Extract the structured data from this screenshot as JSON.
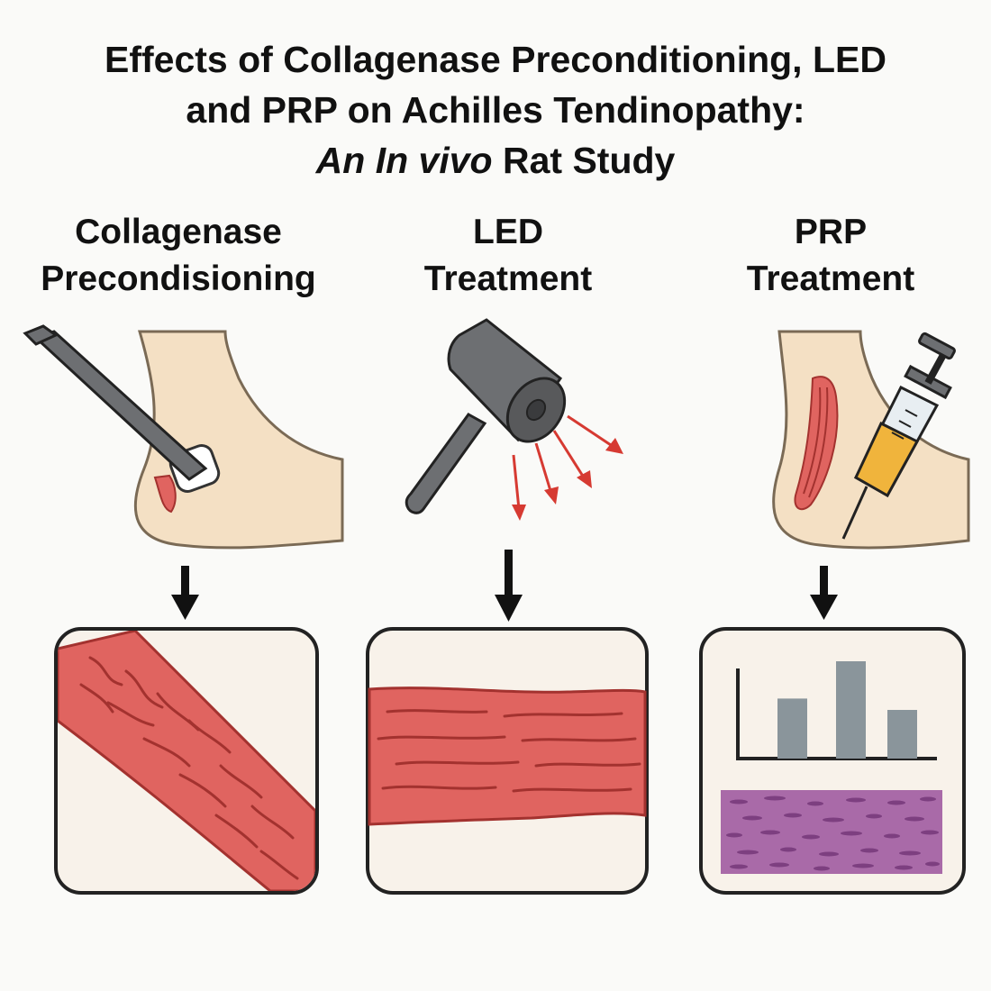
{
  "title": {
    "line1": "Effects of Collagenase Preconditioning, LED",
    "line2": "and PRP on Achilles Tendinopathy:",
    "line3_italic": "An In vivo",
    "line3_rest": "Rat Study"
  },
  "columns": [
    {
      "heading_line1": "Collagenase",
      "heading_line2": "Precondisioning"
    },
    {
      "heading_line1": "LED",
      "heading_line2": "Treatment"
    },
    {
      "heading_line1": "PRP",
      "heading_line2": "Treatment"
    }
  ],
  "chart_data": {
    "type": "bar",
    "values": [
      0.37,
      0.6,
      0.3
    ]
  },
  "colors": {
    "skin": "#f4e0c4",
    "skin_outline": "#7a6a55",
    "tendon": "#e06460",
    "tendon_dark": "#a3322f",
    "device": "#6d6f72",
    "light_ray": "#d63a32",
    "bar": "#8a959b",
    "histology": "#a96aa8",
    "syringe_fluid": "#f0b43c"
  }
}
